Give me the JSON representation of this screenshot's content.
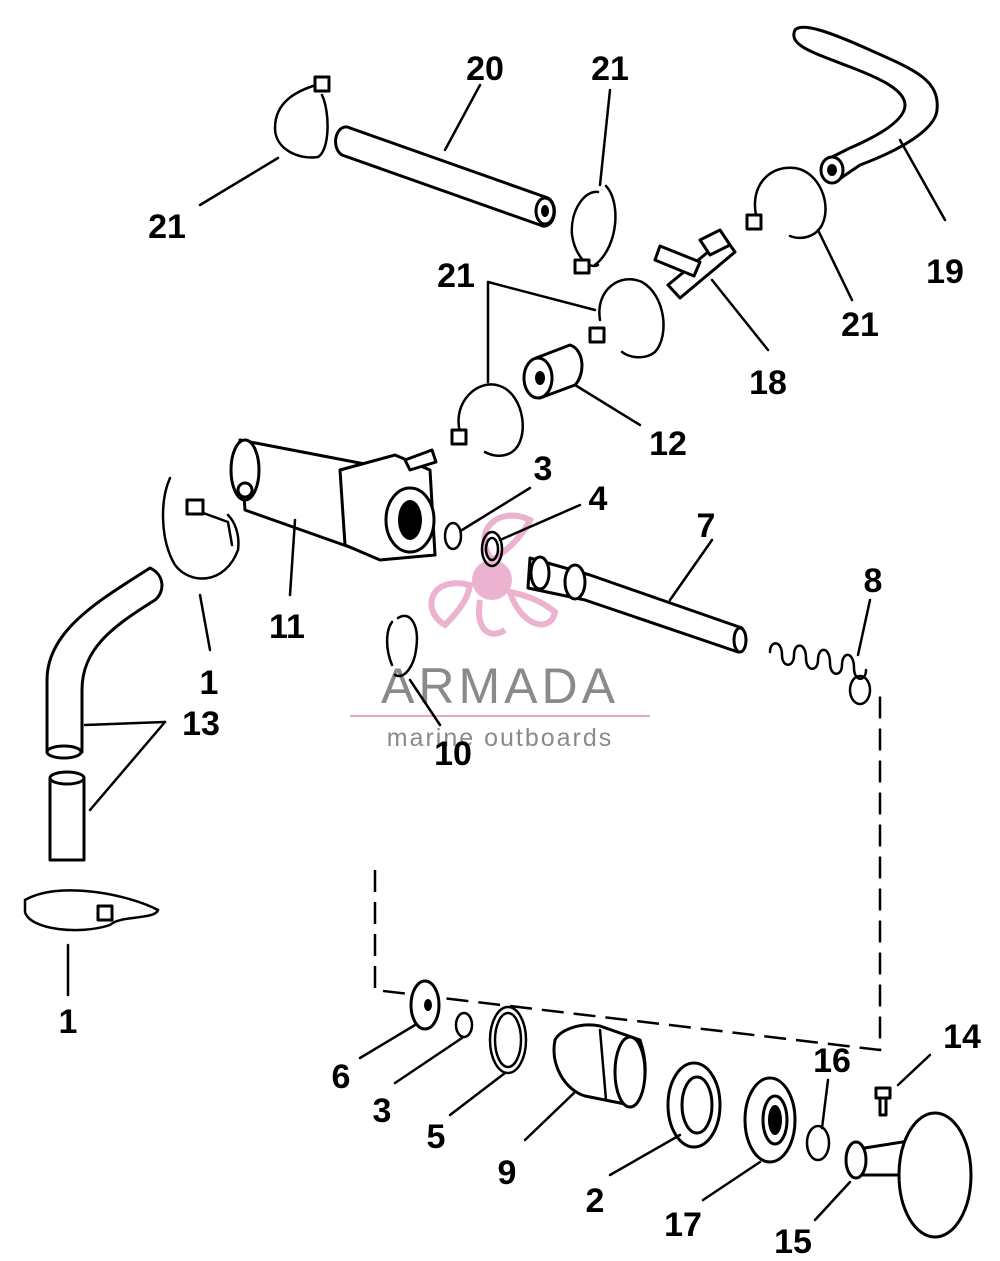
{
  "watermark": {
    "brand": "ARMADA",
    "tagline": "marine outboards",
    "color_brand": "#8a8a8a",
    "color_logo": "#e8a6c8"
  },
  "callouts": {
    "c1a": "1",
    "c1b": "1",
    "c2": "2",
    "c3a": "3",
    "c3b": "3",
    "c4": "4",
    "c5": "5",
    "c6": "6",
    "c7": "7",
    "c8": "8",
    "c9": "9",
    "c10": "10",
    "c11": "11",
    "c12": "12",
    "c13": "13",
    "c14": "14",
    "c15": "15",
    "c16": "16",
    "c17": "17",
    "c18": "18",
    "c19": "19",
    "c20": "20",
    "c21a": "21",
    "c21b": "21",
    "c21c": "21",
    "c21d": "21"
  }
}
